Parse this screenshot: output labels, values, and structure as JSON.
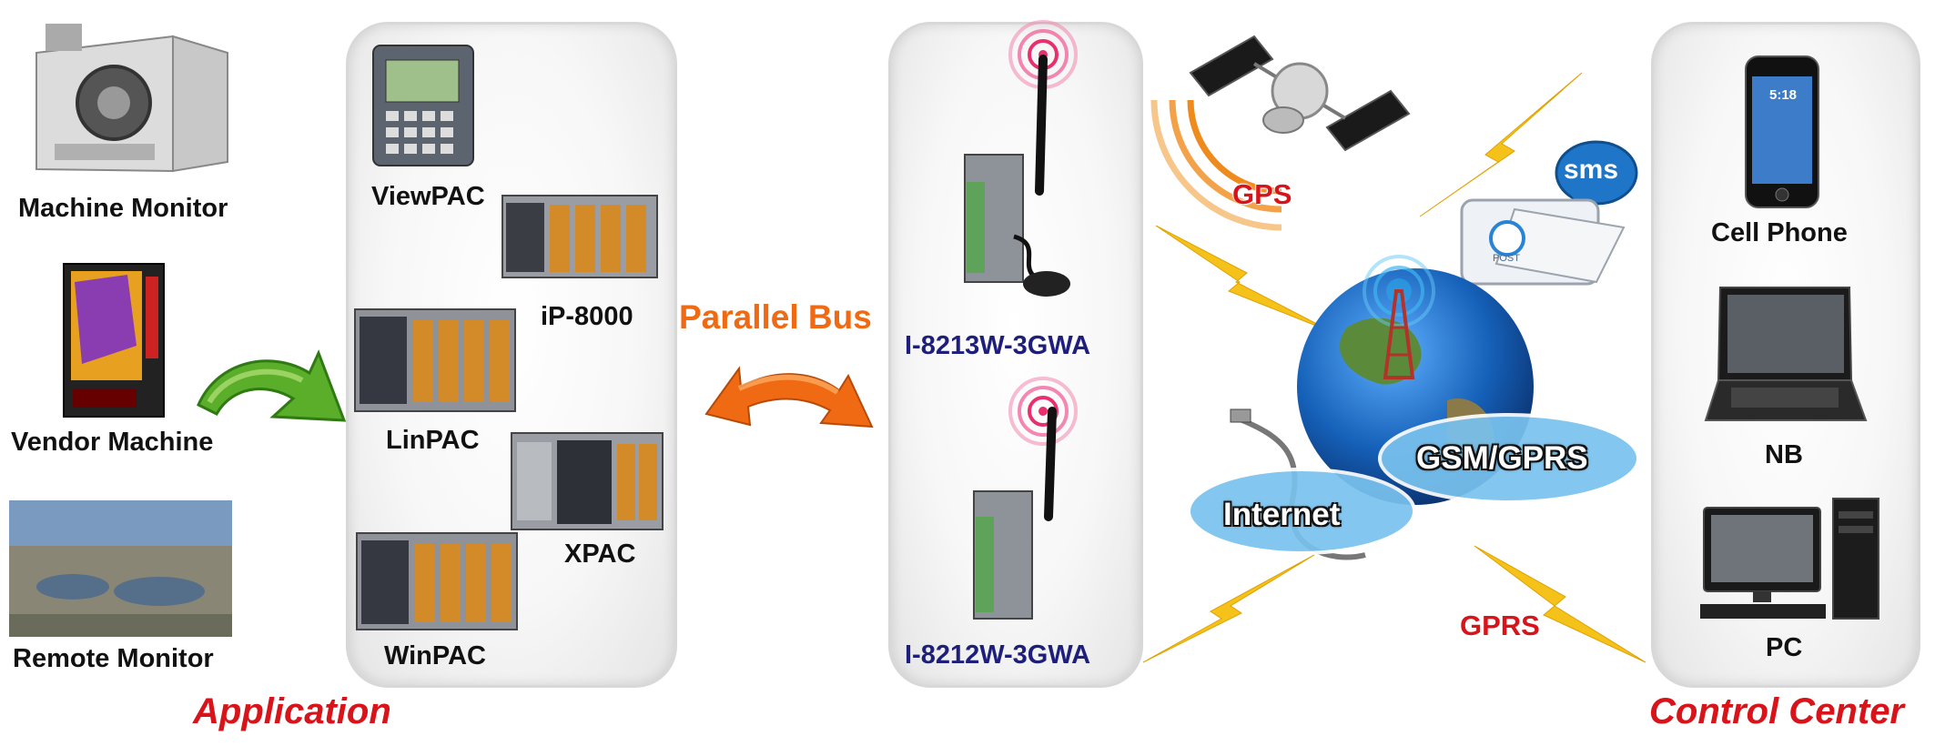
{
  "sections": {
    "application": "Application",
    "control_center": "Control Center"
  },
  "applications": {
    "machine_monitor": "Machine Monitor",
    "vendor_machine": "Vendor Machine",
    "remote_monitor": "Remote Monitor"
  },
  "controllers": {
    "viewpac": "ViewPAC",
    "ip8000": "iP-8000",
    "linpac": "LinPAC",
    "xpac": "XPAC",
    "winpac": "WinPAC"
  },
  "bus": {
    "label": "Parallel Bus"
  },
  "modules": {
    "top": "I-8213W-3GWA",
    "bottom": "I-8212W-3GWA"
  },
  "network": {
    "gps": "GPS",
    "gsm_gprs": "GSM/GPRS",
    "internet": "Internet",
    "gprs": "GPRS",
    "sms": "sms",
    "post": "POST"
  },
  "devices": {
    "cell_phone": "Cell Phone",
    "nb": "NB",
    "pc": "PC",
    "phone_time": "5:18"
  },
  "colors": {
    "accent_red": "#d8141a",
    "bus_orange": "#ef6a12",
    "module_blue": "#1d1f7a",
    "arrow_green": "#5aae2a",
    "lightning_yellow": "#f5c21a"
  }
}
